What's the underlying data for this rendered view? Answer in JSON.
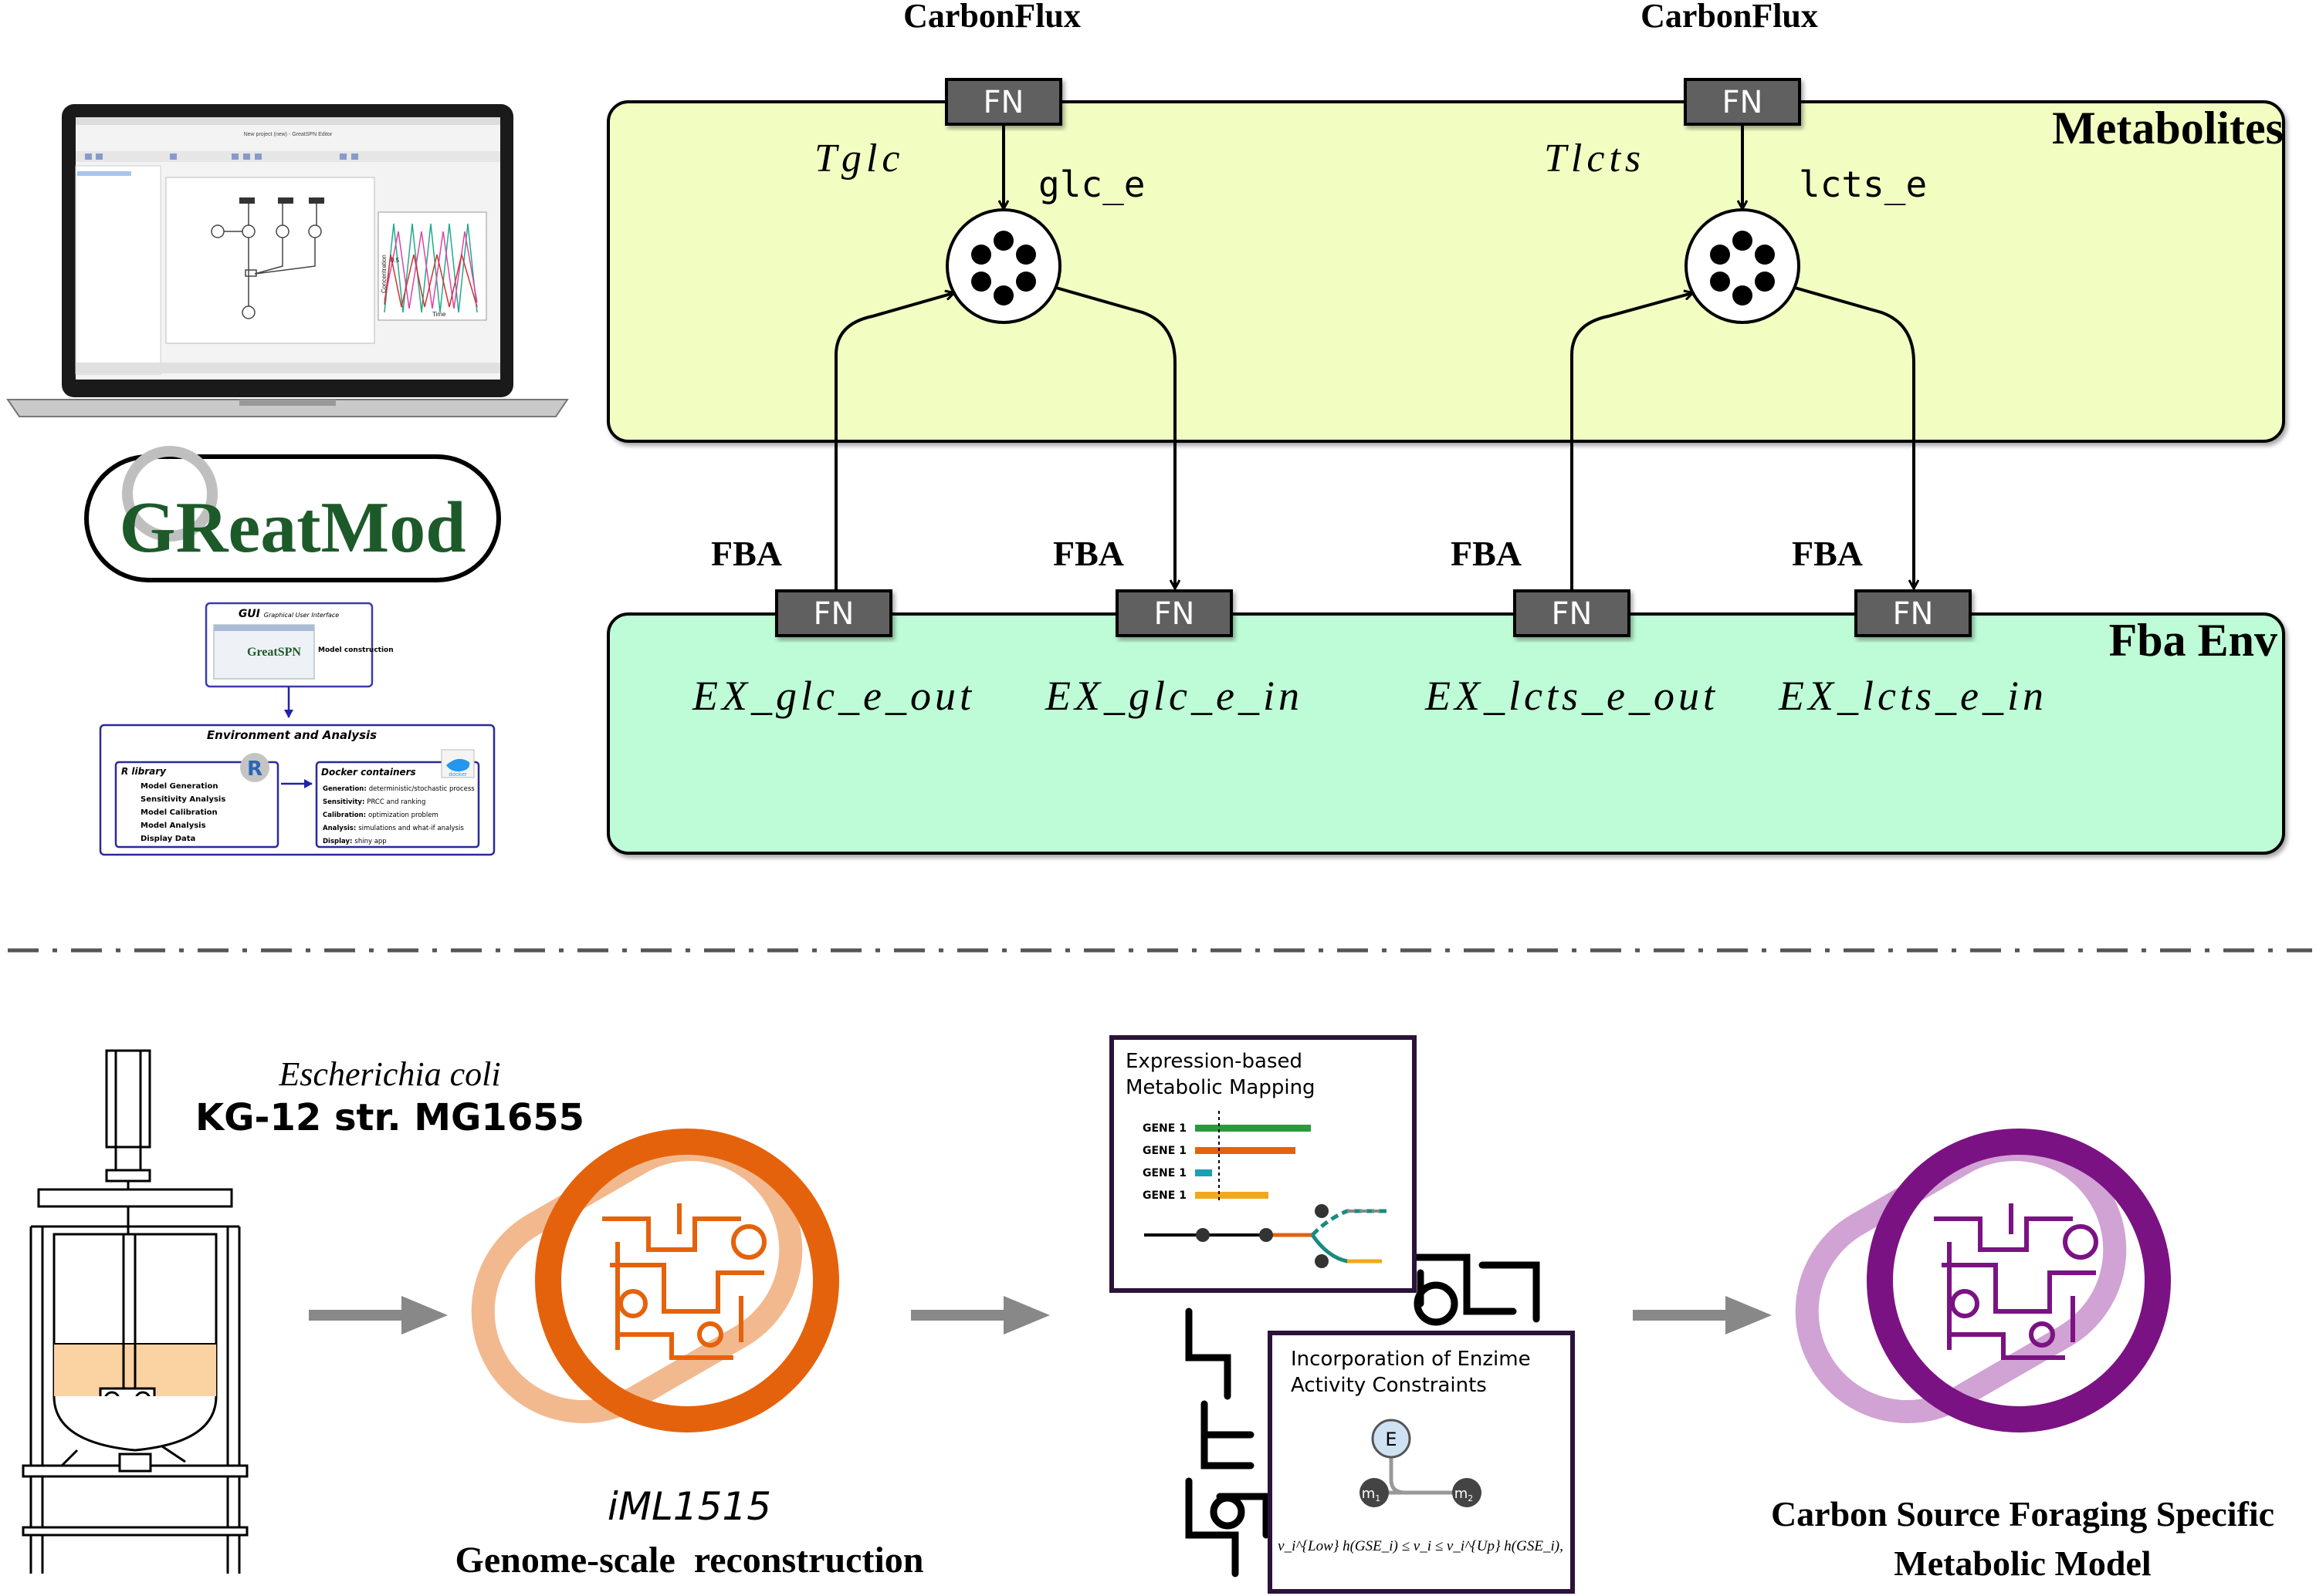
{
  "colors": {
    "metabolites_fill": "#f2fdc2",
    "fba_env_fill": "#bdfcd6",
    "transition_fill": "#606060",
    "orange": "#e5620c",
    "orange_light": "#f2b98f",
    "purple": "#7b1283",
    "purple_light": "#d1a2d4",
    "arrow_gray": "#888888",
    "culture": "#fbd3a3"
  },
  "top_net": {
    "metabolites_label": "Metabolites",
    "fba_env_label": "Fba Env",
    "carbonflux_left": "CarbonFlux",
    "carbonflux_right": "CarbonFlux",
    "fn_label": "FN",
    "fba_label": "FBA",
    "tglc": "Tglc",
    "tlcts": "Tlcts",
    "glc_e": "glc_e",
    "lcts_e": "lcts_e",
    "ex_glc_out": "EX_glc_e_out",
    "ex_glc_in": "EX_glc_e_in",
    "ex_lcts_out": "EX_lcts_e_out",
    "ex_lcts_in": "EX_lcts_e_in"
  },
  "left_panel": {
    "logo": "GReatMod",
    "gui_title": "GUI",
    "gui_subtitle": "Graphical User Interface",
    "model_construction": "Model construction",
    "env_title": "Environment and Analysis",
    "r_library": "R library",
    "r_items": [
      "Model Generation",
      "Sensitivity Analysis",
      "Model Calibration",
      "Model Analysis",
      "Display Data"
    ],
    "docker_title": "Docker containers",
    "docker_logo": "docker",
    "docker_items": [
      {
        "k": "Generation:",
        "v": "deterministic/stochastic process"
      },
      {
        "k": "Sensitivity:",
        "v": "PRCC and ranking"
      },
      {
        "k": "Calibration:",
        "v": "optimization problem"
      },
      {
        "k": "Analysis:",
        "v": "simulations and what-if analysis"
      },
      {
        "k": "Display:",
        "v": "shiny app"
      }
    ],
    "screen_title": "New project (new) - GreatSPN Editor",
    "chart_ylabel": "Concentration",
    "chart_xlabel": "Time",
    "chart_tick": "0.5"
  },
  "bottom": {
    "organism_italic": "Escherichia coli",
    "strain": "KG-12 str. MG1655",
    "model_name": "iML1515",
    "reconstruction": "Genome-scale  reconstruction",
    "mapping_title_1": "Expression-based",
    "mapping_title_2": "Metabolic Mapping",
    "gene_labels": [
      "GENE 1",
      "GENE 1",
      "GENE 1",
      "GENE 1"
    ],
    "enzyme_title_1": "Incorporation of Enzime",
    "enzyme_title_2": "Activity Constraints",
    "enzyme_node": "E",
    "m1": "m",
    "m1_sub": "1",
    "m2": "m",
    "m2_sub": "2",
    "formula": "v_i^{Low} h(GSE_i) ≤ v_i ≤ v_i^{Up} h(GSE_i),",
    "final_1": "Carbon Source Foraging Specific",
    "final_2": "Metabolic Model"
  }
}
